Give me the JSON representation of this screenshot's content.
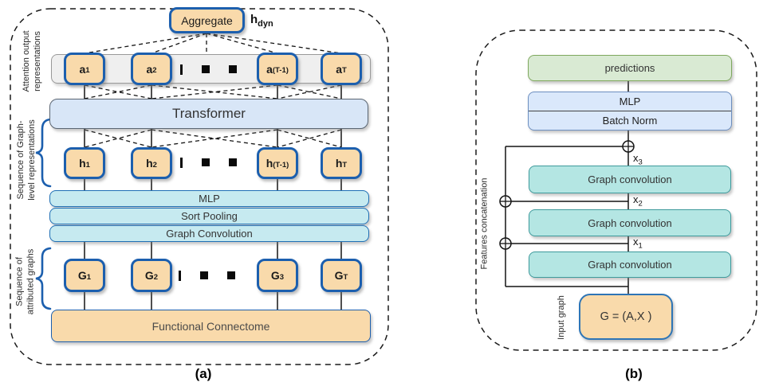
{
  "figure": {
    "panel_a": {
      "caption": "(a)",
      "side_labels": {
        "attention": "Attention output\nrepresentations",
        "graph_level": "Sequence of Graph-\nlevel representations",
        "attributed": "Sequence of\nattributed graphs"
      },
      "aggregate_label": "Aggregate",
      "hdyn": {
        "base": "h",
        "sub": "dyn"
      },
      "attention_boxes": [
        {
          "base": "a",
          "sub": "1"
        },
        {
          "base": "a",
          "sub": "2"
        },
        {
          "base": "a",
          "sub": "(T-1)"
        },
        {
          "base": "a",
          "sub": "T"
        }
      ],
      "transformer_label": "Transformer",
      "hidden_boxes": [
        {
          "base": "h",
          "sub": "1"
        },
        {
          "base": "h",
          "sub": "2"
        },
        {
          "base": "h",
          "sub": "(T-1)"
        },
        {
          "base": "h",
          "sub": "T"
        }
      ],
      "pipeline_labels": {
        "mlp": "MLP",
        "sort_pooling": "Sort Pooling",
        "graph_convolution": "Graph Convolution"
      },
      "graph_boxes": [
        {
          "base": "G",
          "sub": "1"
        },
        {
          "base": "G",
          "sub": "2"
        },
        {
          "base": "G",
          "sub": "3"
        },
        {
          "base": "G",
          "sub": "T"
        }
      ],
      "connectome_label": "Functional Connectome"
    },
    "panel_b": {
      "caption": "(b)",
      "predictions_label": "predictions",
      "mlp_label": "MLP",
      "batch_norm_label": "Batch Norm",
      "conv_labels": [
        "Graph convolution",
        "Graph convolution",
        "Graph convolution"
      ],
      "x_labels": [
        {
          "base": "x",
          "sub": "3"
        },
        {
          "base": "x",
          "sub": "2"
        },
        {
          "base": "x",
          "sub": "1"
        }
      ],
      "input_graph_label": "G = (A,X )",
      "side_labels": {
        "features": "Features concatenation",
        "input_graph": "Input graph"
      }
    },
    "colors": {
      "node_fill": "#F9DAAB",
      "node_border": "#1C5FAE",
      "transformer_fill": "#D8E6F7",
      "pipeline_fill": "#C6EAF0",
      "pipeline_border": "#1F6FB5",
      "predictions_fill": "#D9EAD3",
      "predictions_border": "#7FA85E",
      "mlp_fill": "#DAE8FB",
      "mlp_border": "#6C8EBF",
      "conv_fill": "#B4E6E3",
      "conv_border": "#3E9A9C",
      "brace": "#1C5FAE"
    }
  }
}
